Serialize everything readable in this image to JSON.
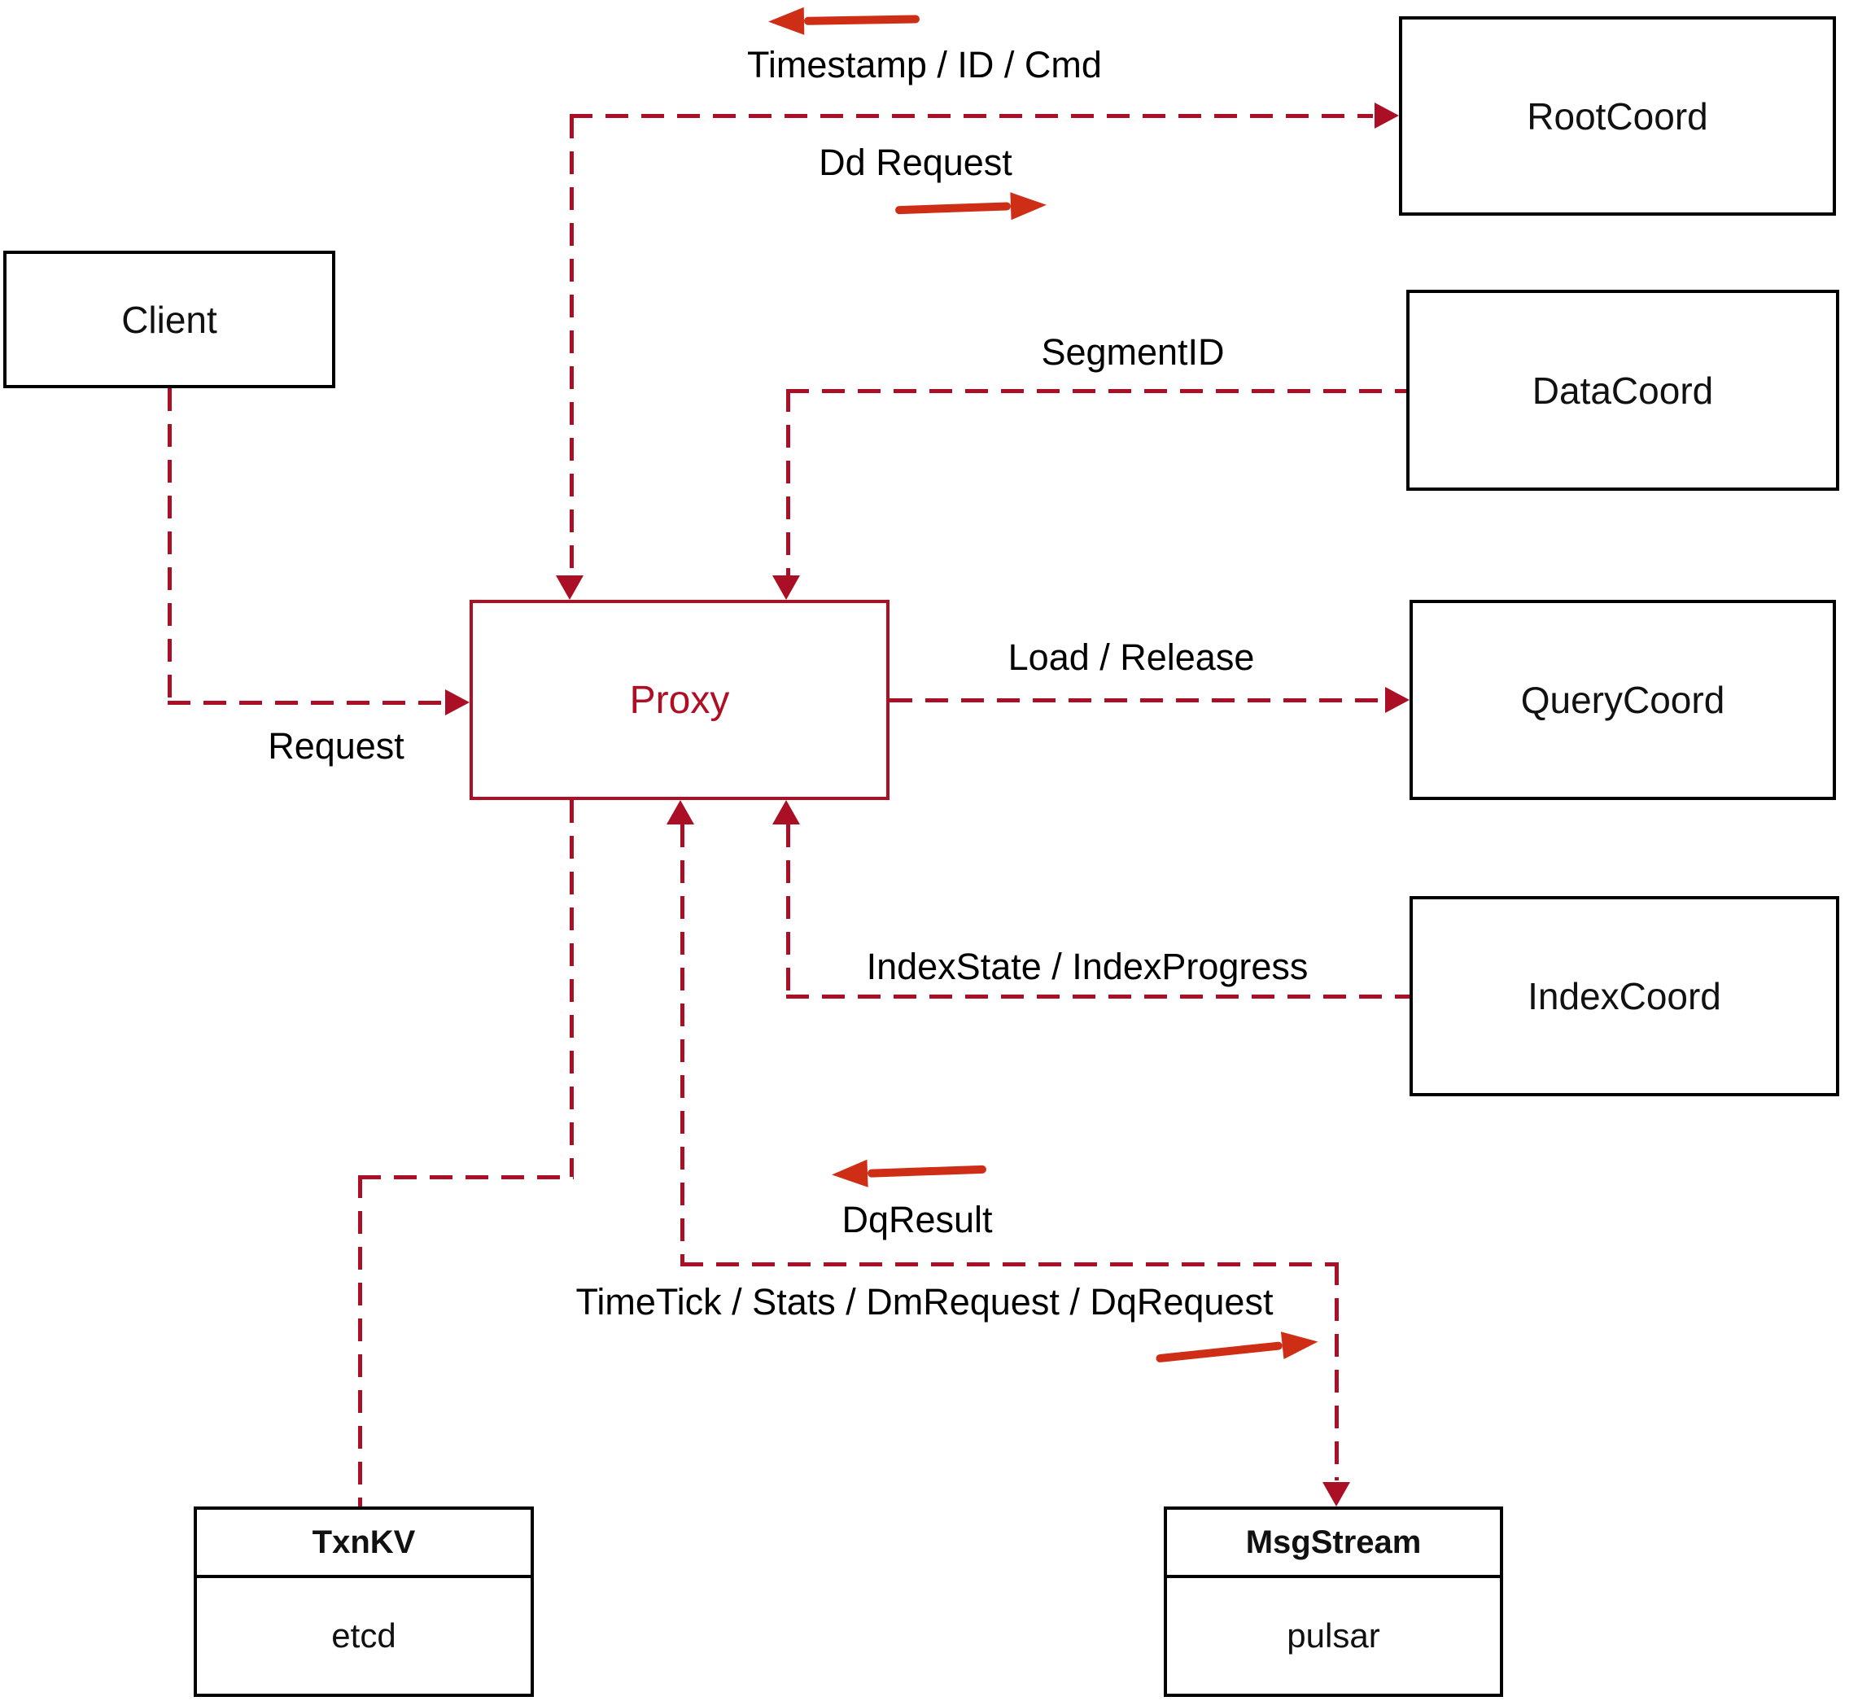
{
  "diagram": {
    "title": "Milvus proxy architecture diagram",
    "nodes": {
      "client": {
        "label": "Client"
      },
      "rootcoord": {
        "label": "RootCoord"
      },
      "datacoord": {
        "label": "DataCoord"
      },
      "querycoord": {
        "label": "QueryCoord"
      },
      "indexcoord": {
        "label": "IndexCoord"
      },
      "proxy": {
        "label": "Proxy"
      },
      "txnkv": {
        "title": "TxnKV",
        "impl": "etcd"
      },
      "msgstream": {
        "title": "MsgStream",
        "impl": "pulsar"
      }
    },
    "edge_labels": {
      "timestamp": "Timestamp / ID / Cmd",
      "dd_request": "Dd Request",
      "segment_id": "SegmentID",
      "request": "Request",
      "load_release": "Load / Release",
      "index_state": "IndexState / IndexProgress",
      "dq_result": "DqResult",
      "timetick": "TimeTick / Stats / DmRequest / DqRequest"
    },
    "colors": {
      "dashed_line": "#ab0f26",
      "solid_arrow": "#ce2d16",
      "proxy": "#b00e23",
      "box_border": "#000000",
      "label_text": "#000000",
      "background": "#ffffff"
    }
  }
}
